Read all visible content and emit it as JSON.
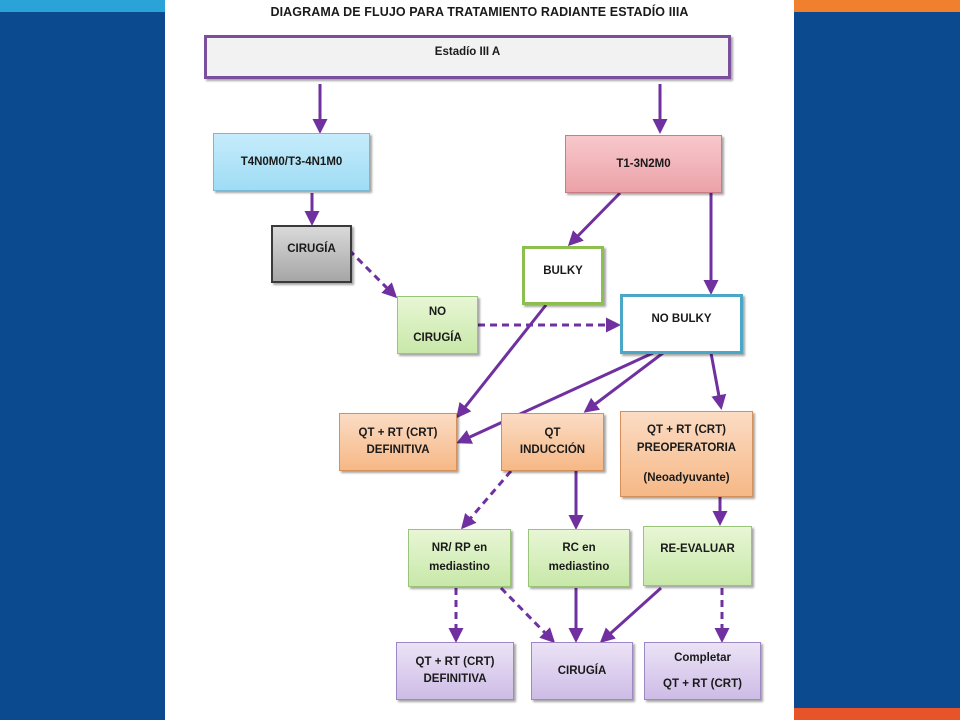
{
  "title": "DIAGRAMA DE FLUJO PARA TRATAMIENTO RADIANTE ESTADÍO IIIA",
  "nodes": {
    "root": "Estadío III A",
    "t4": "T4N0M0/T3-4N1M0",
    "t1": "T1-3N2M0",
    "cirugia1": "CIRUGÍA",
    "bulky": "BULKY",
    "no_cirugia": [
      "NO",
      "CIRUGÍA"
    ],
    "no_bulky": "NO BULKY",
    "qtrt_def1": [
      "QT + RT (CRT)",
      "DEFINITIVA"
    ],
    "qt_induccion": [
      "QT",
      "INDUCCIÓN"
    ],
    "qtrt_preop": [
      "QT + RT (CRT)",
      "PREOPERATORIA",
      "(Neoadyuvante)"
    ],
    "nr_rp": [
      "NR/ RP en",
      "mediastino"
    ],
    "rc": [
      "RC en",
      "mediastino"
    ],
    "reevaluar": "RE-EVALUAR",
    "qtrt_def2": [
      "QT + RT (CRT)",
      "DEFINITIVA"
    ],
    "cirugia2": "CIRUGÍA",
    "completar": [
      "Completar",
      "QT + RT (CRT)"
    ]
  },
  "colors": {
    "arrow": "#7030a0",
    "frame_blue": "#0b4a8e",
    "accent_orange": "#f07f2e"
  }
}
